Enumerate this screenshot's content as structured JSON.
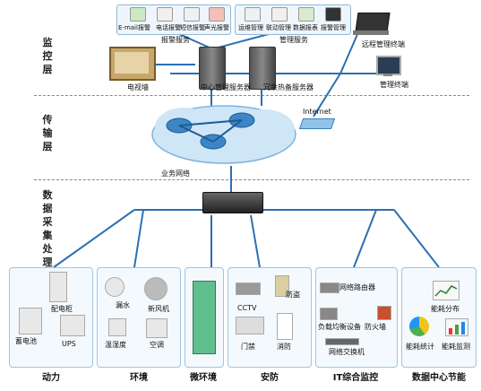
{
  "layers": {
    "monitor": "监控层",
    "transport": "传输层",
    "collect": "数据采集处理层"
  },
  "alarm_service": {
    "items": [
      "E-mail报警",
      "电话报警",
      "短信报警",
      "声光报警"
    ],
    "label": "报警服务"
  },
  "mgmt_service": {
    "items": [
      "运维管理",
      "联动管理",
      "数据报表",
      "报警管理"
    ],
    "label": "管理服务"
  },
  "remote_terminal": "远程管理终端",
  "mgmt_terminal": "管理终端",
  "tv_wall": "电视墙",
  "central_server": "中心管理服务器",
  "backup_server": "冗余热备服务器",
  "internet": "Internet",
  "business_network": "业务网络",
  "panels": {
    "power": {
      "items": [
        "配电柜",
        "蓄电池",
        "UPS"
      ],
      "label": "动力"
    },
    "environment": {
      "items": [
        "漏水",
        "新风机",
        "温湿度",
        "空调"
      ],
      "label": "环境"
    },
    "micro": {
      "label": "微环境"
    },
    "security": {
      "items": [
        "CCTV",
        "防盗",
        "门禁",
        "消防"
      ],
      "label": "安防"
    },
    "it": {
      "items": [
        "网络路由器",
        "负载均衡设备",
        "防火墙",
        "网络交换机"
      ],
      "label": "IT综合监控"
    },
    "energy": {
      "items": [
        "能耗分布",
        "能耗统计",
        "能耗监测"
      ],
      "label": "数据中心节能"
    }
  }
}
